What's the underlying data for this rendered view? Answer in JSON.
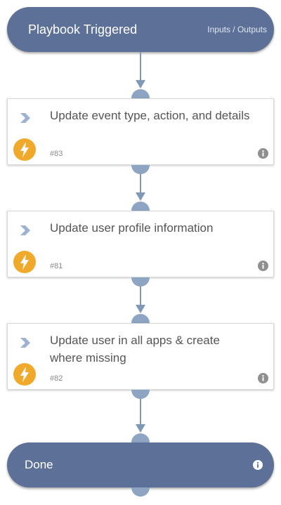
{
  "start": {
    "title": "Playbook Triggered",
    "io_link": "Inputs / Outputs"
  },
  "tasks": [
    {
      "title": "Update event type, action, and details",
      "id": "#83"
    },
    {
      "title": "Update user profile information",
      "id": "#81"
    },
    {
      "title": "Update user in all apps & create where missing",
      "id": "#82"
    }
  ],
  "end": {
    "title": "Done"
  },
  "colors": {
    "pill": "#5d7198",
    "connector": "#7f98b6",
    "bolt": "#f1a92b",
    "chevron": "#9cb3cf",
    "info": "#8f8f8f"
  },
  "icons": {
    "task_type": "chevron-right-icon",
    "automation": "lightning-bolt-icon",
    "details": "info-icon"
  }
}
